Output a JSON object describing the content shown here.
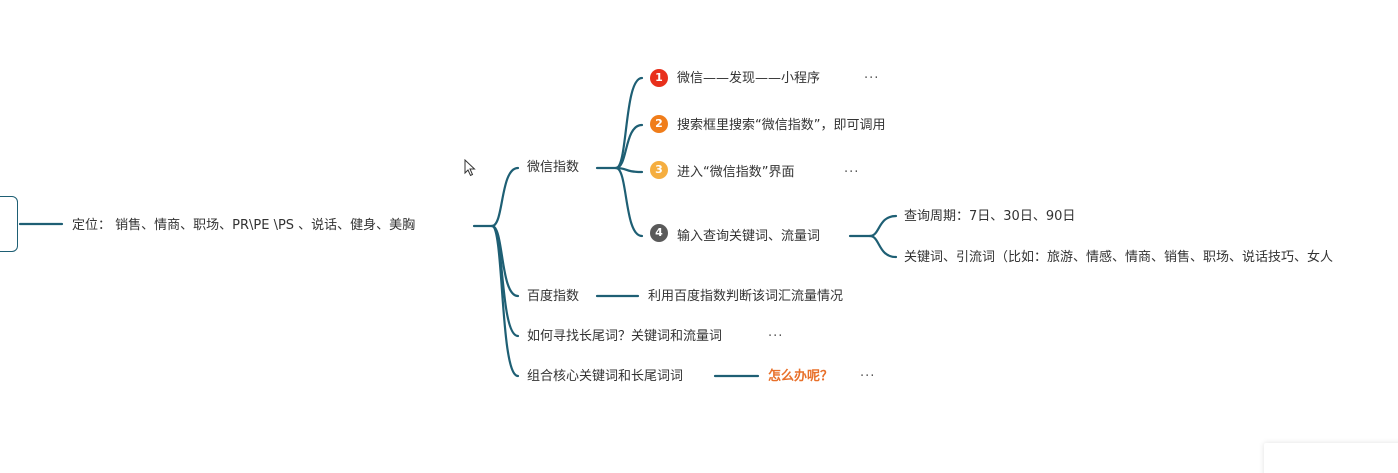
{
  "mindmap": {
    "root": {
      "label": ""
    },
    "positioning": {
      "label": "定位： 销售、情商、职场、PR\\PE \\PS 、说话、健身、美胸"
    },
    "branches": {
      "wechat_index": {
        "label": "微信指数"
      },
      "baidu_index": {
        "label": "百度指数"
      },
      "long_tail": {
        "label": "如何寻找长尾词？关键词和流量词",
        "more": "···"
      },
      "combine": {
        "label": "组合核心关键词和长尾词词",
        "more": "···"
      }
    },
    "wechat_steps": [
      {
        "number": "1",
        "label": "微信——发现——小程序",
        "more": "···",
        "color": "#e8301c"
      },
      {
        "number": "2",
        "label": "搜索框里搜索“微信指数”，即可调用",
        "more": "",
        "color": "#f07d1a"
      },
      {
        "number": "3",
        "label": "进入“微信指数”界面",
        "more": "···",
        "color": "#f5ae40"
      },
      {
        "number": "4",
        "label": "输入查询关键词、流量词",
        "more": "",
        "color": "#5a5a5a"
      }
    ],
    "query_details": {
      "period": {
        "label": "查询周期：7日、30日、90日"
      },
      "keywords": {
        "label": "关键词、引流词（比如：旅游、情感、情商、销售、职场、说话技巧、女人"
      }
    },
    "baidu_detail": {
      "label": "利用百度指数判断该词汇流量情况"
    },
    "combine_detail": {
      "label": "怎么办呢？"
    }
  },
  "colors": {
    "link": "#1e5f74",
    "highlight": "#e8702a"
  }
}
